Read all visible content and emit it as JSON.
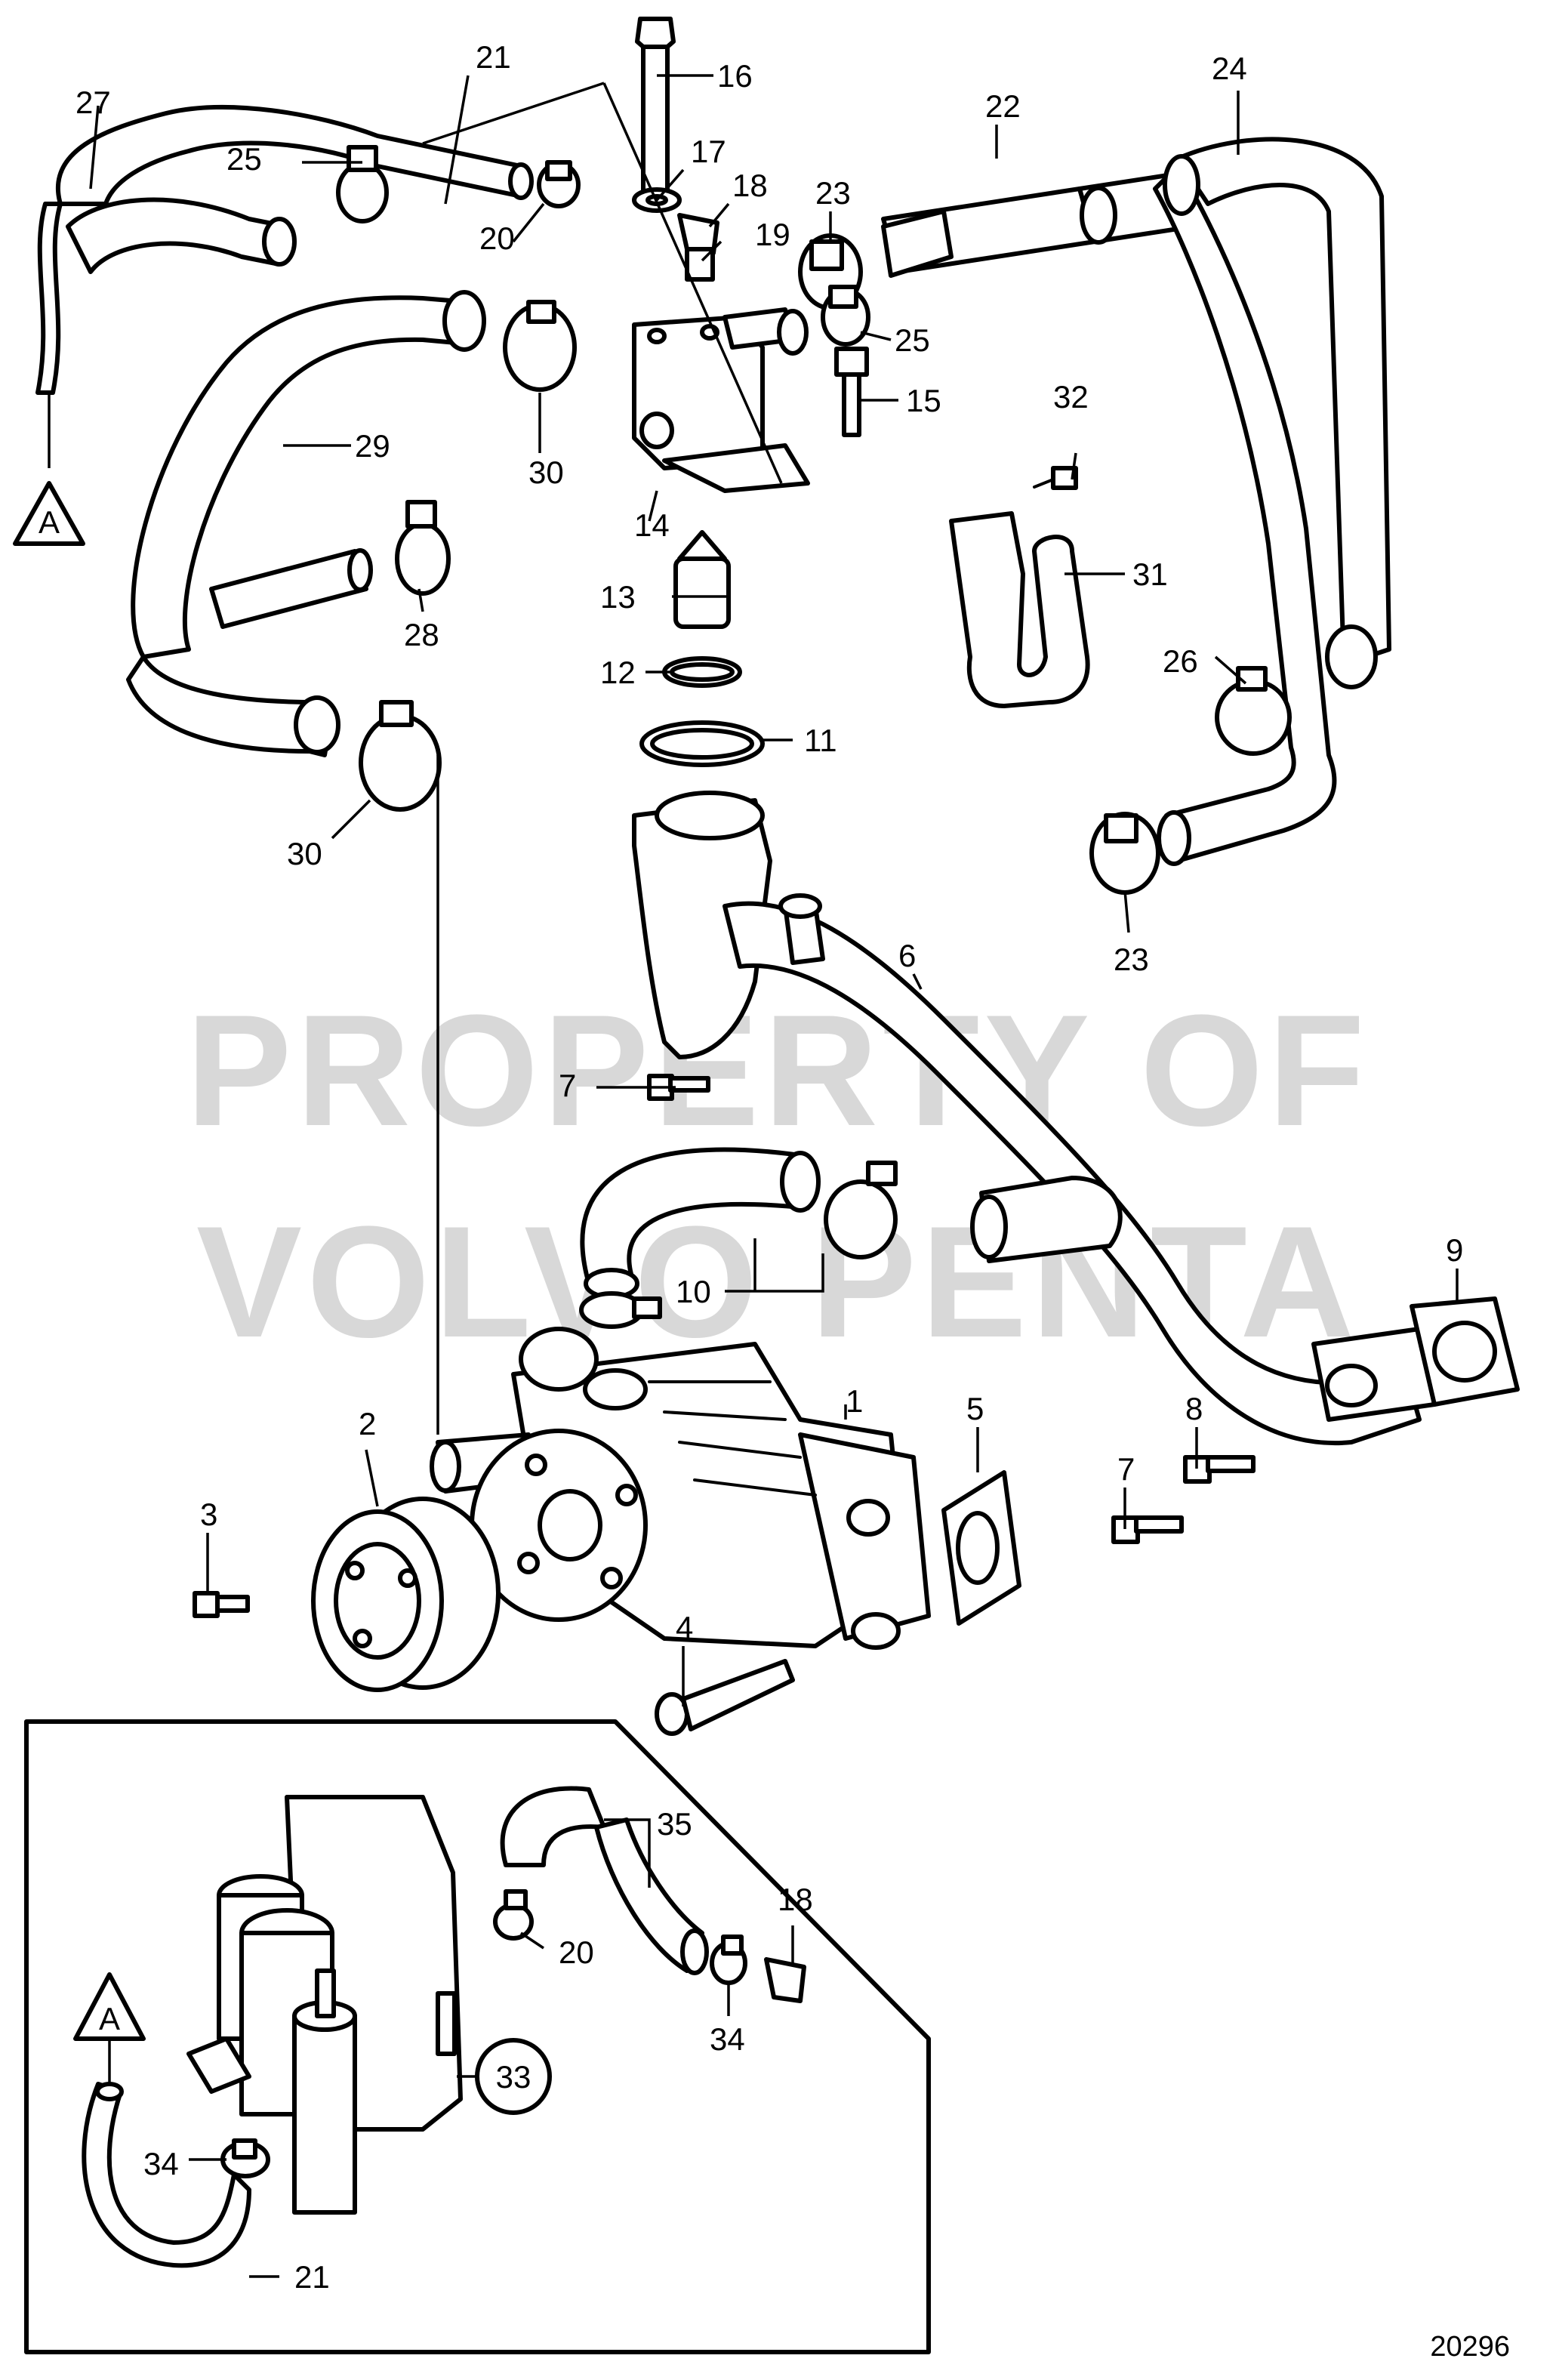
{
  "watermark": {
    "line1": "PROPERTY OF",
    "line2": "VOLVO PENTA"
  },
  "reference_number": "20296",
  "connector_label": "A",
  "part_callouts": [
    "1",
    "2",
    "3",
    "4",
    "5",
    "6",
    "7",
    "7",
    "8",
    "9",
    "10",
    "11",
    "12",
    "13",
    "14",
    "15",
    "16",
    "17",
    "18",
    "19",
    "20",
    "21",
    "22",
    "23",
    "23",
    "24",
    "25",
    "25",
    "26",
    "27",
    "28",
    "29",
    "30",
    "30",
    "31",
    "32"
  ],
  "inset_callouts": [
    "18",
    "20",
    "21",
    "33",
    "34",
    "34",
    "35"
  ],
  "highlighted_callout": "33"
}
